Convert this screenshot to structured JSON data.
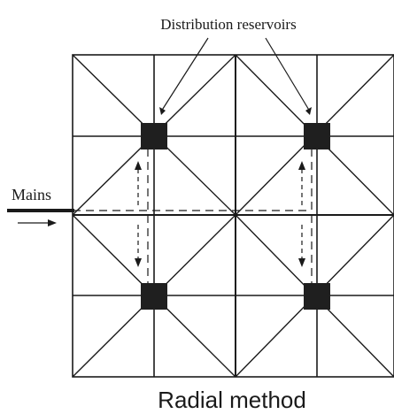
{
  "labels": {
    "top": "Distribution reservoirs",
    "mains": "Mains",
    "caption": "Radial method"
  },
  "colors": {
    "ink": "#1a1a1a",
    "reservoir": "#1f1f1f",
    "background": "#ffffff"
  }
}
